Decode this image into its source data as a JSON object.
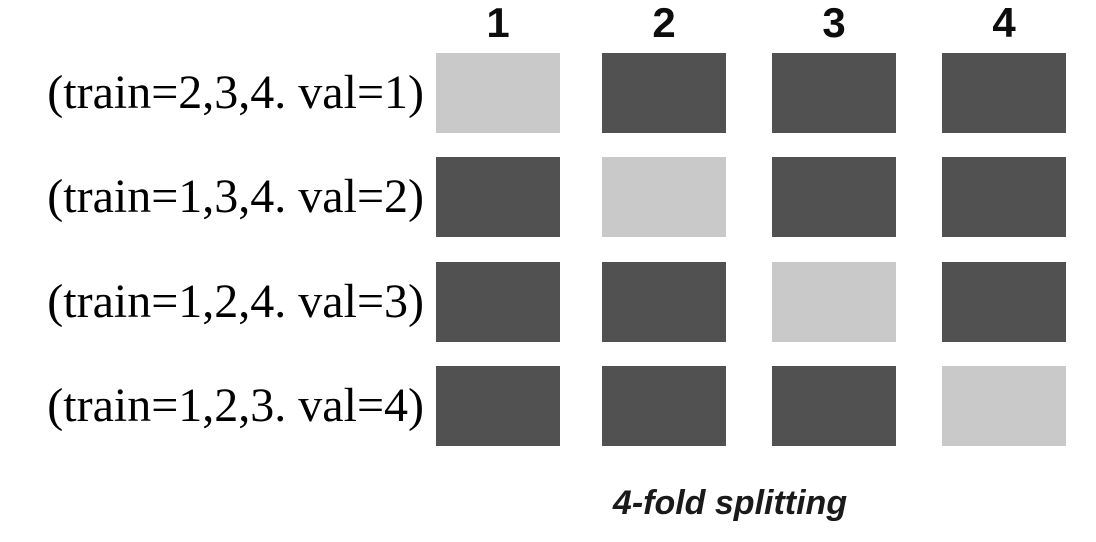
{
  "diagram": {
    "caption": "4-fold splitting",
    "columns": [
      "1",
      "2",
      "3",
      "4"
    ],
    "rows": [
      {
        "label": "(train=2,3,4. val=1)",
        "cells": [
          "val",
          "train",
          "train",
          "train"
        ]
      },
      {
        "label": "(train=1,3,4. val=2)",
        "cells": [
          "train",
          "val",
          "train",
          "train"
        ]
      },
      {
        "label": "(train=1,2,4. val=3)",
        "cells": [
          "train",
          "train",
          "val",
          "train"
        ]
      },
      {
        "label": "(train=1,2,3. val=4)",
        "cells": [
          "train",
          "train",
          "train",
          "val"
        ]
      }
    ],
    "colors": {
      "train": "#515151",
      "val": "#c9c9c9",
      "text": "#000000",
      "background": "#ffffff"
    }
  }
}
